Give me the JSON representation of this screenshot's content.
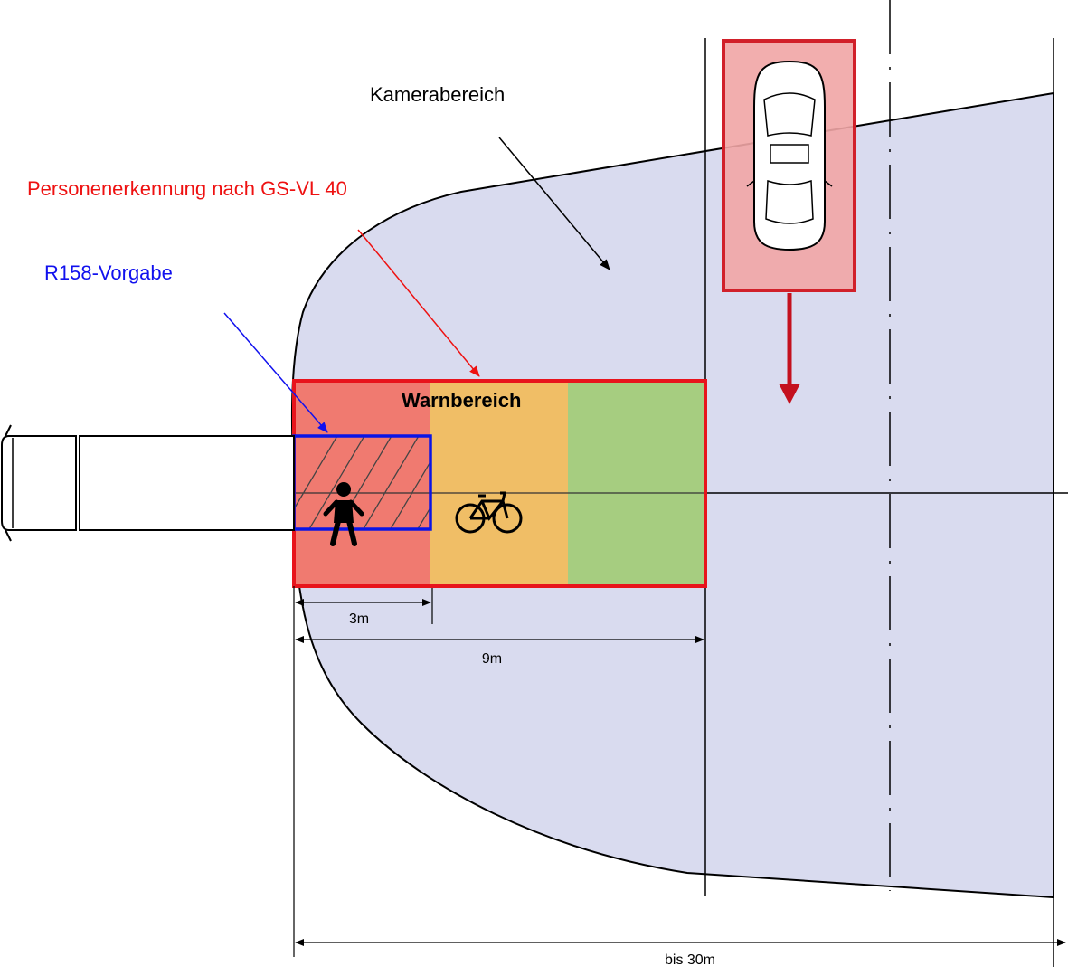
{
  "labels": {
    "camera_area": "Kamerabereich",
    "person_detection": "Personenerkennung nach GS-VL 40",
    "r158": "R158-Vorgabe",
    "warning_area": "Warnbereich",
    "dim_3m": "3m",
    "dim_9m": "9m",
    "dim_30m": "bis 30m"
  },
  "colors": {
    "camera_fill": "#d9dbef",
    "zone_red": "#f07a70",
    "zone_orange": "#f0be66",
    "zone_green": "#a6cd80",
    "warning_border": "#e8141c",
    "r158_border": "#0a14e6",
    "label_red": "#ee1111",
    "label_blue": "#1111ee",
    "car_box_fill": "#f1a5a5",
    "car_box_border": "#d1202a",
    "car_arrow": "#c4101e"
  },
  "icons": {
    "pedestrian": "pedestrian-icon",
    "bicycle": "bicycle-icon",
    "car": "car-icon",
    "truck": "truck-icon"
  }
}
